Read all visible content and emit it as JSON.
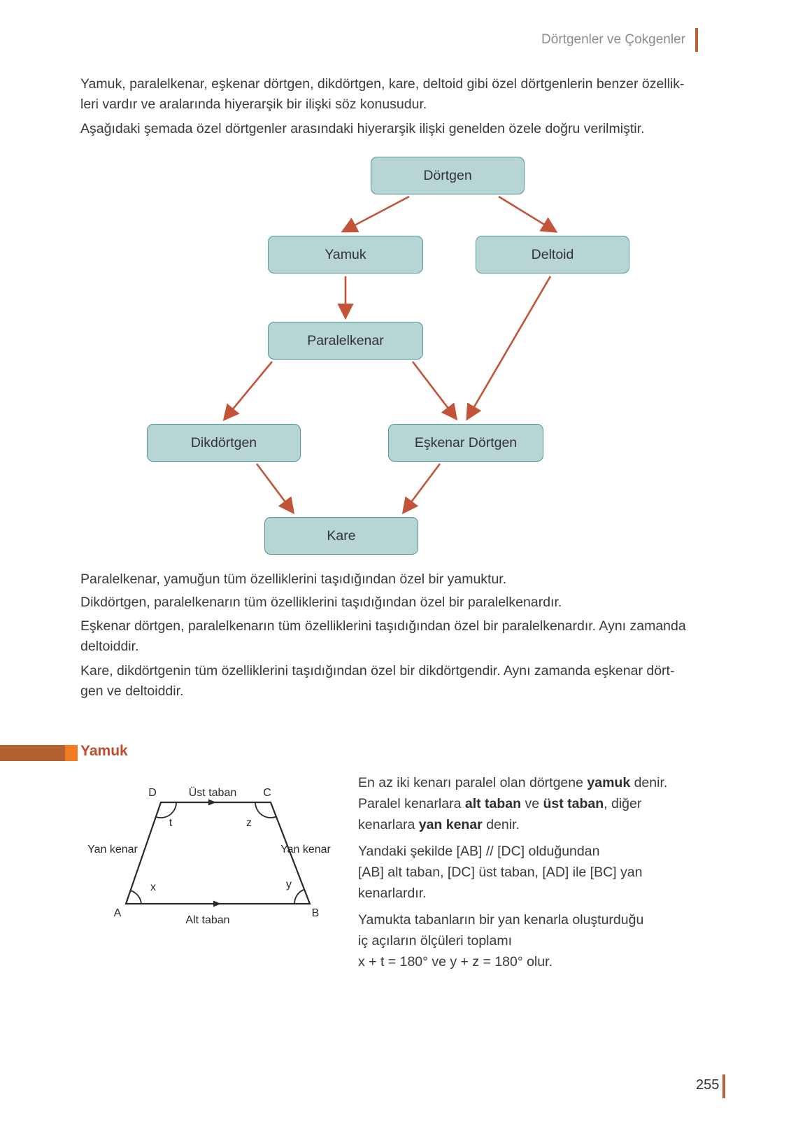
{
  "header": {
    "title": "Dörtgenler ve Çokgenler"
  },
  "colors": {
    "accent_dark_orange": "#b5612f",
    "accent_bright_orange": "#f47b24",
    "heading_red": "#c04a2e",
    "box_fill": "#b7d5d5",
    "box_border": "#4e9a9a",
    "arrow": "#c15439",
    "header_gray": "#8c8c8c"
  },
  "intro": {
    "p1_l1": "Yamuk, paralelkenar, eşkenar dörtgen, dikdörtgen, kare, deltoid gibi özel dörtgenlerin benzer özellik-",
    "p1_l2": "leri vardır ve aralarında hiyerarşik bir ilişki söz konusudur.",
    "p2": "Aşağıdaki şemada özel dörtgenler arasındaki hiyerarşik ilişki genelden özele doğru verilmiştir."
  },
  "diagram": {
    "nodes": {
      "dortgen": "Dörtgen",
      "yamuk": "Yamuk",
      "deltoid": "Deltoid",
      "paralelkenar": "Paralelkenar",
      "dikdortgen": "Dikdörtgen",
      "eskenar_dortgen": "Eşkenar Dörtgen",
      "kare": "Kare"
    }
  },
  "notes": {
    "n1": "Paralelkenar, yamuğun tüm özelliklerini taşıdığından özel bir yamuktur.",
    "n2": "Dikdörtgen, paralelkenarın tüm özelliklerini taşıdığından özel bir paralelkenardır.",
    "n3_l1": "Eşkenar dörtgen, paralelkenarın tüm özelliklerini taşıdığından özel bir paralelkenardır. Aynı zamanda",
    "n3_l2": "deltoiddir.",
    "n4_l1": "Kare, dikdörtgenin tüm özelliklerini taşıdığından özel bir dikdörtgendir. Aynı zamanda eşkenar dört-",
    "n4_l2": "gen ve deltoiddir."
  },
  "section": {
    "title": "Yamuk"
  },
  "figure": {
    "label_d": "D",
    "label_c": "C",
    "label_a": "A",
    "label_b": "B",
    "ust_taban": "Üst taban",
    "alt_taban": "Alt taban",
    "yan_kenar_left": "Yan kenar",
    "yan_kenar_right": "Yan kenar",
    "angle_t": "t",
    "angle_z": "z",
    "angle_x": "x",
    "angle_y": "y"
  },
  "side_text": {
    "l1a": "En az iki kenarı paralel olan dörtgene ",
    "l1b": "yamuk",
    "l1c": " denir.",
    "l2a": "Paralel kenarlara ",
    "l2b": "alt taban",
    "l2c": " ve ",
    "l2d": "üst taban",
    "l2e": ", diğer",
    "l3a": "kenarlara ",
    "l3b": "yan kenar",
    "l3c": " denir.",
    "l4": "Yandaki şekilde [AB] // [DC] olduğundan",
    "l5": "[AB] alt taban, [DC] üst taban, [AD] ile [BC] yan",
    "l6": "kenarlardır.",
    "l7": "Yamukta tabanların bir yan kenarla oluşturduğu",
    "l8": "iç açıların ölçüleri toplamı",
    "l9": "x + t = 180° ve y + z = 180° olur."
  },
  "footer": {
    "page_number": "255"
  }
}
